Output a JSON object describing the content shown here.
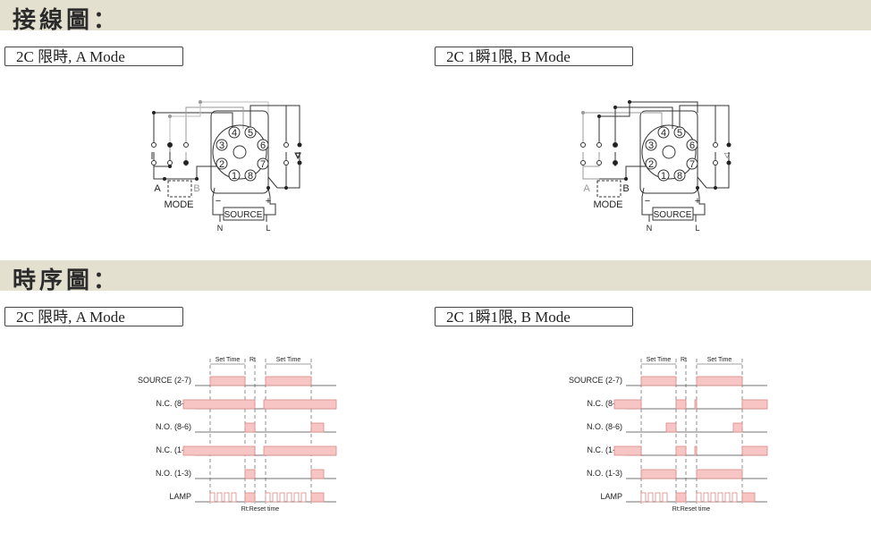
{
  "sections": {
    "wiring_title": "接線圖：",
    "timing_title": "時序圖："
  },
  "modes": {
    "a": "2C 限時, A Mode",
    "b": "2C 1瞬1限, B Mode"
  },
  "wiring": {
    "pins": [
      "1",
      "2",
      "3",
      "4",
      "5",
      "6",
      "7",
      "8"
    ],
    "mode_label": "MODE",
    "switch_a": "A",
    "switch_b": "B",
    "source": "SOURCE",
    "minus": "−",
    "plus": "+",
    "n": "N",
    "l": "L"
  },
  "timing": {
    "rows": [
      "SOURCE (2-7)",
      "N.C. (8-5)",
      "N.O. (8-6)",
      "N.C. (1-4)",
      "N.O. (1-3)",
      "LAMP"
    ],
    "set_time": "Set Time",
    "rt": "Rt",
    "footnote": "Rt:Reset time",
    "colors": {
      "fill": "#f7c6c4",
      "stroke": "#d98a86"
    }
  }
}
